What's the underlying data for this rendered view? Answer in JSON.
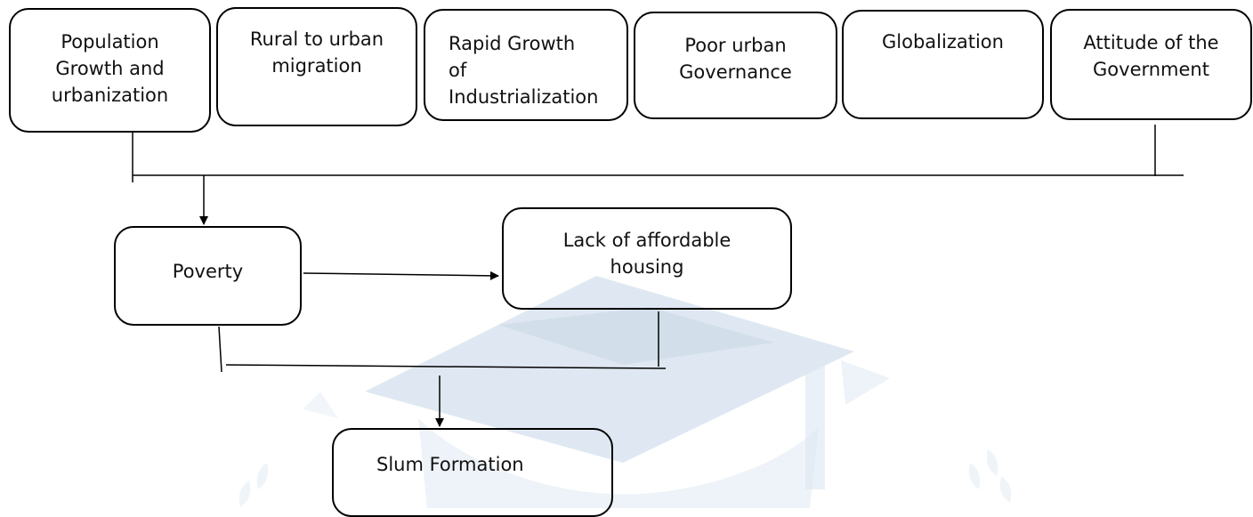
{
  "diagram": {
    "causes": [
      {
        "id": "population",
        "label": "Population\nGrowth and\nurbanization"
      },
      {
        "id": "migration",
        "label": "Rural to urban\nmigration"
      },
      {
        "id": "industrialization",
        "label": "Rapid Growth\nof\nIndustrialization"
      },
      {
        "id": "governance",
        "label": "Poor urban\nGovernance"
      },
      {
        "id": "globalization",
        "label": "Globalization"
      },
      {
        "id": "government",
        "label": "Attitude of the\nGovernment"
      }
    ],
    "poverty": {
      "label": "Poverty"
    },
    "housing": {
      "label": "Lack of affordable\nhousing"
    },
    "slum": {
      "label": "Slum Formation"
    }
  },
  "colors": {
    "stroke": "#000000",
    "text": "#111111",
    "watermark": "#c5d7e8"
  },
  "icons": [
    "graduation-cap-watermark",
    "arrow-head"
  ]
}
